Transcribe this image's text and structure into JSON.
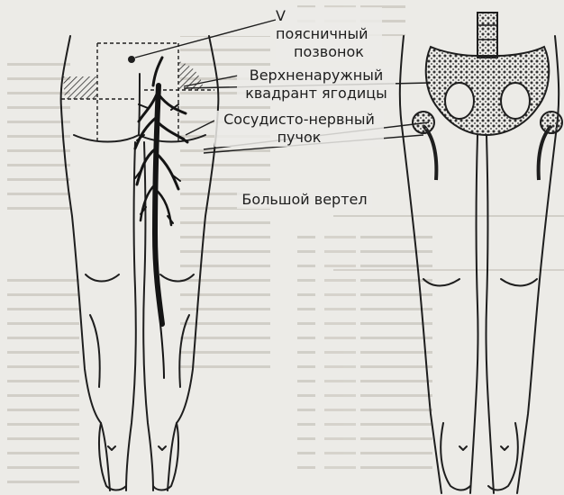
{
  "labels": {
    "vertebra": [
      "V поясничный",
      "позвонок"
    ],
    "quadrant": [
      "Верхненаружный",
      "квадрант ягодицы"
    ],
    "bundle": [
      "Сосудисто-нервный",
      "пучок"
    ],
    "trochanter": "Большой вертел"
  },
  "colors": {
    "background": "#ecebe7",
    "ink": "#1e1e1e",
    "faded_text": "#b8b5ae"
  }
}
